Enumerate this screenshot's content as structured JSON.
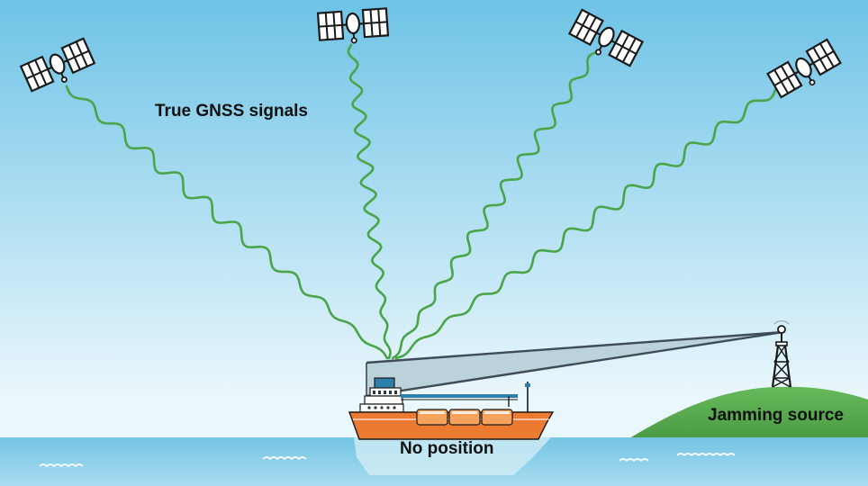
{
  "labels": {
    "signals": "True GNSS signals",
    "jamming": "Jamming source",
    "no_position": "No position"
  },
  "colors": {
    "sky_top": "#6ec3e6",
    "sky_bottom": "#eaf7fc",
    "sea_top": "#74c4e4",
    "sea_bottom": "#a9ddf0",
    "signal": "#4aa548",
    "hill": "#5cb052",
    "hull": "#ec7a30",
    "tank": "#f5a25c",
    "beam": "#b6cdd6",
    "beam_edge": "#3d4c56",
    "outline": "#1a1a1a"
  },
  "icons": [
    "satellite-icon",
    "radio-tower-icon",
    "ship-icon"
  ]
}
